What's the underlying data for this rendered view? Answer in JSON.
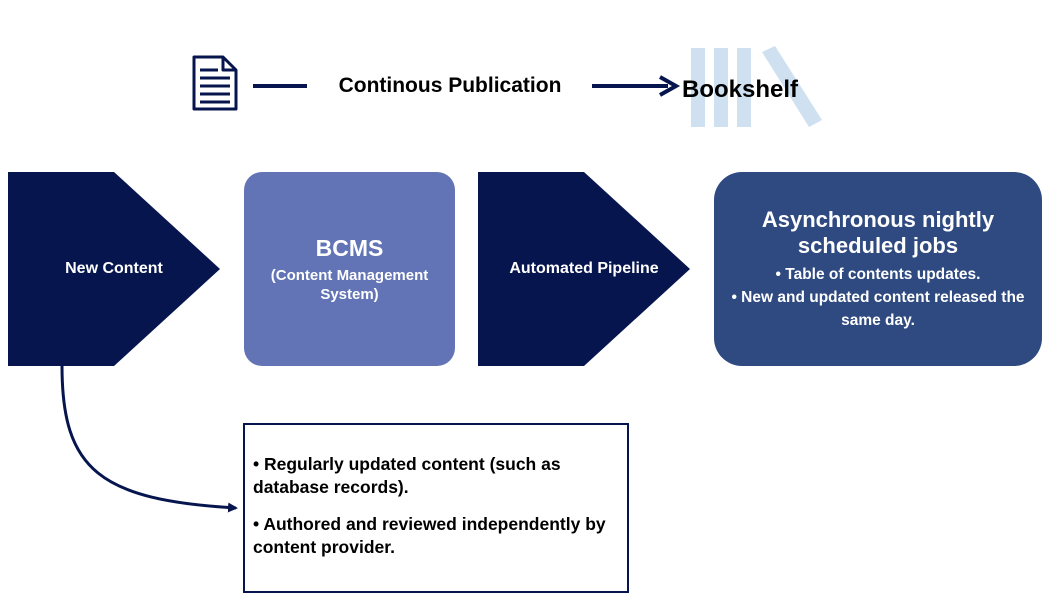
{
  "header": {
    "flow_label": "Continous Publication",
    "destination_label": "Bookshelf",
    "source_icon": "document-icon",
    "destination_icon": "bookshelf-logo-icon"
  },
  "stages": {
    "new_content": {
      "label": "New Content"
    },
    "bcms": {
      "title": "BCMS",
      "subtitle": "(Content Management System)"
    },
    "pipeline": {
      "label": "Automated Pipeline"
    },
    "async_jobs": {
      "title": "Asynchronous nightly scheduled jobs",
      "bullets": [
        "• Table of contents updates.",
        "• New and updated content released the same day."
      ]
    }
  },
  "note": {
    "items": [
      "• Regularly updated content (such as database records).",
      "• Authored and reviewed independently by content provider."
    ]
  },
  "colors": {
    "dark_navy": "#06154e",
    "bcms_blue": "#6274b5",
    "async_blue": "#2f4a80",
    "logo_light_blue": "#cfe0f1"
  }
}
